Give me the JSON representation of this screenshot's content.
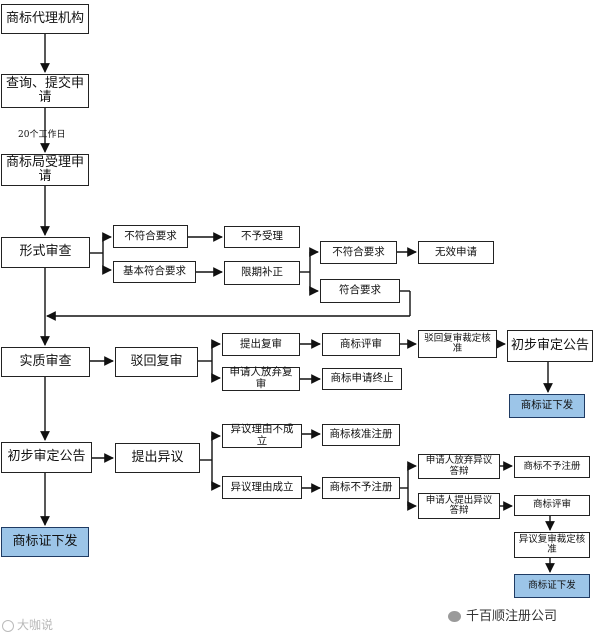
{
  "nodes": {
    "agency": "商标代理机构",
    "submit": "查询、提交申请",
    "accept": "商标局受理申请",
    "formal": "形式审查",
    "not_meet": "不符合要求",
    "no_accept": "不予受理",
    "basic_meet": "基本符合要求",
    "deadline": "限期补正",
    "not_meet2": "不符合要求",
    "invalid": "无效申请",
    "meet": "符合要求",
    "substantive": "实质审查",
    "reject_review": "驳回复审",
    "file_review": "提出复审",
    "trademark_review": "商标评审",
    "reject_ruling": "驳回复审裁定核准",
    "prelim_pub_a": "初步审定公告",
    "cert_a": "商标证下发",
    "withdraw": "申请人放弃复审",
    "terminate": "商标申请终止",
    "prelim_pub": "初步审定公告",
    "opposition": "提出异议",
    "opp_invalid": "异议理由不成立",
    "approve_reg": "商标核准注册",
    "opp_valid": "异议理由成立",
    "refuse_reg": "商标不予注册",
    "giveup_opp": "申请人放弃异议答辩",
    "refuse_reg2": "商标不予注册",
    "reply_opp": "申请人提出异议答辩",
    "trademark_review2": "商标评审",
    "opp_ruling": "异议复审裁定核准",
    "cert_b": "商标证下发",
    "cert_c": "商标证下发"
  },
  "labels": {
    "working_days": "20个工作日"
  },
  "watermarks": {
    "left": "大咖说",
    "right": "千百顺注册公司"
  },
  "colors": {
    "line": "#111111",
    "cert_fill": "#9cc5e8",
    "cert_border": "#1f3b63"
  }
}
